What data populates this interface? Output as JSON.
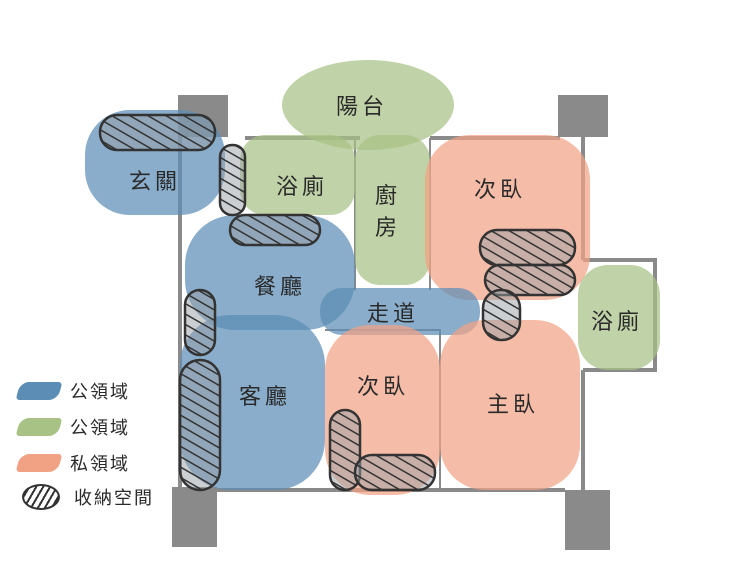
{
  "colors": {
    "public_blue": "#5b8db5",
    "public_green": "#a8c185",
    "private": "#f1a285",
    "storage": "#333333",
    "wall": "#8a8a8a"
  },
  "rooms": {
    "balcony": "陽台",
    "entrance": "玄關",
    "bath1": "浴廁",
    "kitchen": "廚房",
    "bedroom_top": "次臥",
    "dining": "餐廳",
    "corridor": "走道",
    "bath2": "浴廁",
    "living": "客廳",
    "bedroom_bottom": "次臥",
    "master": "主臥"
  },
  "legend": [
    {
      "label": "公領域",
      "color": "#5b8db5"
    },
    {
      "label": "公領域",
      "color": "#a8c185"
    },
    {
      "label": "私領域",
      "color": "#f1a285"
    },
    {
      "label": "收納空間",
      "pattern": "hatch"
    }
  ]
}
